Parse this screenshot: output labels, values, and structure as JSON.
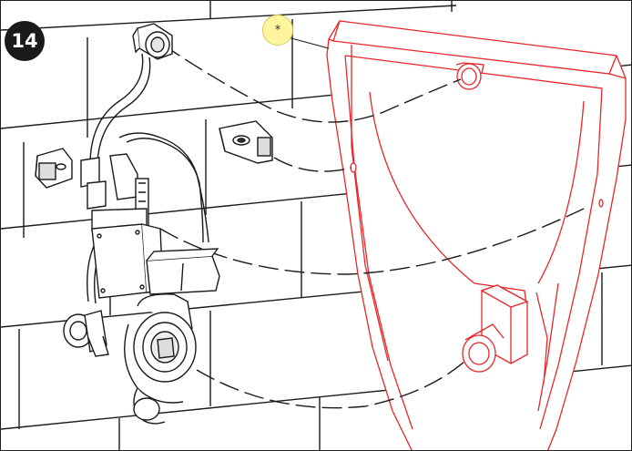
{
  "figure": {
    "step_number": "14",
    "note_marker": "*",
    "colors": {
      "line": "#1a1a1a",
      "urinal": "#e8262b",
      "note_badge": "#fff59e",
      "step_badge": "#1a1a1a"
    },
    "icons": [
      "wall-tiles",
      "urinal-bowl-outline",
      "water-inlet-fitting",
      "flexible-hose",
      "sensor-control-unit",
      "electronics-housing",
      "wall-bracket",
      "siphon-trap",
      "shutoff-valve",
      "dashed-guide-line"
    ]
  }
}
